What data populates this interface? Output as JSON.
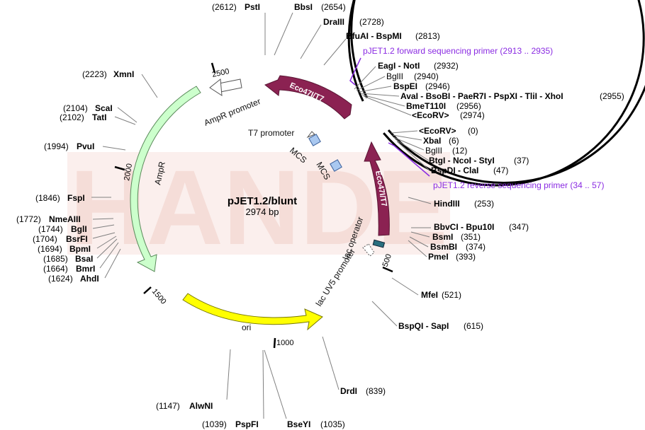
{
  "plasmid": {
    "name": "pJET1.2/blunt",
    "length_label": "2974 bp",
    "watermark": "HANDE"
  },
  "sites_left": [
    {
      "pos": "(2223)",
      "name": "XmnI"
    },
    {
      "pos": "(2104)",
      "name": "ScaI"
    },
    {
      "pos": "(2102)",
      "name": "TatI"
    },
    {
      "pos": "(1994)",
      "name": "PvuI"
    },
    {
      "pos": "(1846)",
      "name": "FspI"
    },
    {
      "pos": "(1772)",
      "name": "NmeAIII"
    },
    {
      "pos": "(1744)",
      "name": "BglI"
    },
    {
      "pos": "(1704)",
      "name": "BsrFI"
    },
    {
      "pos": "(1694)",
      "name": "BpmI"
    },
    {
      "pos": "(1685)",
      "name": "BsaI"
    },
    {
      "pos": "(1664)",
      "name": "BmrI"
    },
    {
      "pos": "(1624)",
      "name": "AhdI"
    },
    {
      "pos": "(1147)",
      "name": "AlwNI"
    }
  ],
  "sites_top": [
    {
      "pos": "(2612)",
      "name": "PstI"
    },
    {
      "name": "BbsI",
      "pos": "(2654)"
    },
    {
      "name": "DraIII",
      "pos": "(2728)"
    },
    {
      "name": "BfuAI - BspMI",
      "pos": "(2813)"
    }
  ],
  "primer_forward": "pJET1.2 forward sequencing primer  (2913 .. 2935)",
  "primer_reverse": "pJET1.2 reverse sequencing primer  (34 .. 57)",
  "sites_right_top": [
    {
      "name": "EagI - NotI",
      "pos": "(2932)",
      "bold": true
    },
    {
      "name": "BglII",
      "pos": "(2940)",
      "bold": false
    },
    {
      "name": "BspEI",
      "pos": "(2946)",
      "bold": true
    },
    {
      "name": "AvaI - BsoBI - PaeR7I - PspXI - TliI - XhoI",
      "pos": "(2955)",
      "bold": true
    },
    {
      "name": "BmeT110I",
      "pos": "(2956)",
      "bold": true
    },
    {
      "name": "<EcoRV>",
      "pos": "(2974)",
      "bold": true
    }
  ],
  "sites_right_bottom": [
    {
      "name": "<EcoRV>",
      "pos": "(0)",
      "bold": true
    },
    {
      "name": "XbaI",
      "pos": "(6)",
      "bold": true
    },
    {
      "name": "BglII",
      "pos": "(12)",
      "bold": false
    },
    {
      "name": "BtgI - NcoI - StyI",
      "pos": "(37)",
      "bold": true
    },
    {
      "name": "BspDI - ClaI",
      "pos": "(47)",
      "bold": true
    }
  ],
  "sites_right": [
    {
      "name": "HindIII",
      "pos": "(253)"
    },
    {
      "name": "BbvCI - Bpu10I",
      "pos": "(347)"
    },
    {
      "name": "BsmI",
      "pos": "(351)"
    },
    {
      "name": "BsmBI",
      "pos": "(374)"
    },
    {
      "name": "PmeI",
      "pos": "(393)"
    },
    {
      "name": "MfeI",
      "pos": "(521)"
    },
    {
      "name": "BspQI - SapI",
      "pos": "(615)"
    },
    {
      "name": "DrdI",
      "pos": "(839)"
    }
  ],
  "sites_bottom": [
    {
      "pos": "(1039)",
      "name": "PspFI"
    },
    {
      "name": "BseYI",
      "pos": "(1035)"
    }
  ],
  "features": {
    "ampr_promoter": "AmpR promoter",
    "ampr": "AmpR",
    "ori": "ori",
    "t7_promoter": "T7 promoter",
    "mcs1": "MCS",
    "mcs2": "MCS",
    "lac_operator": "lac operator",
    "lac_uv5": "lac UV5 promoter",
    "eco_top": "Eco47I/T7",
    "eco_right": "Eco47I/T7"
  },
  "ticks": [
    "500",
    "1000",
    "1500",
    "2000",
    "2500"
  ],
  "colors": {
    "primer": "#8a2be2",
    "eco_arrow": "#8b2252",
    "ori": "#ffff00",
    "ampr": "#ccffcc",
    "mcs": "#a9c8f0",
    "lac_operator": "#2a6f7f"
  }
}
